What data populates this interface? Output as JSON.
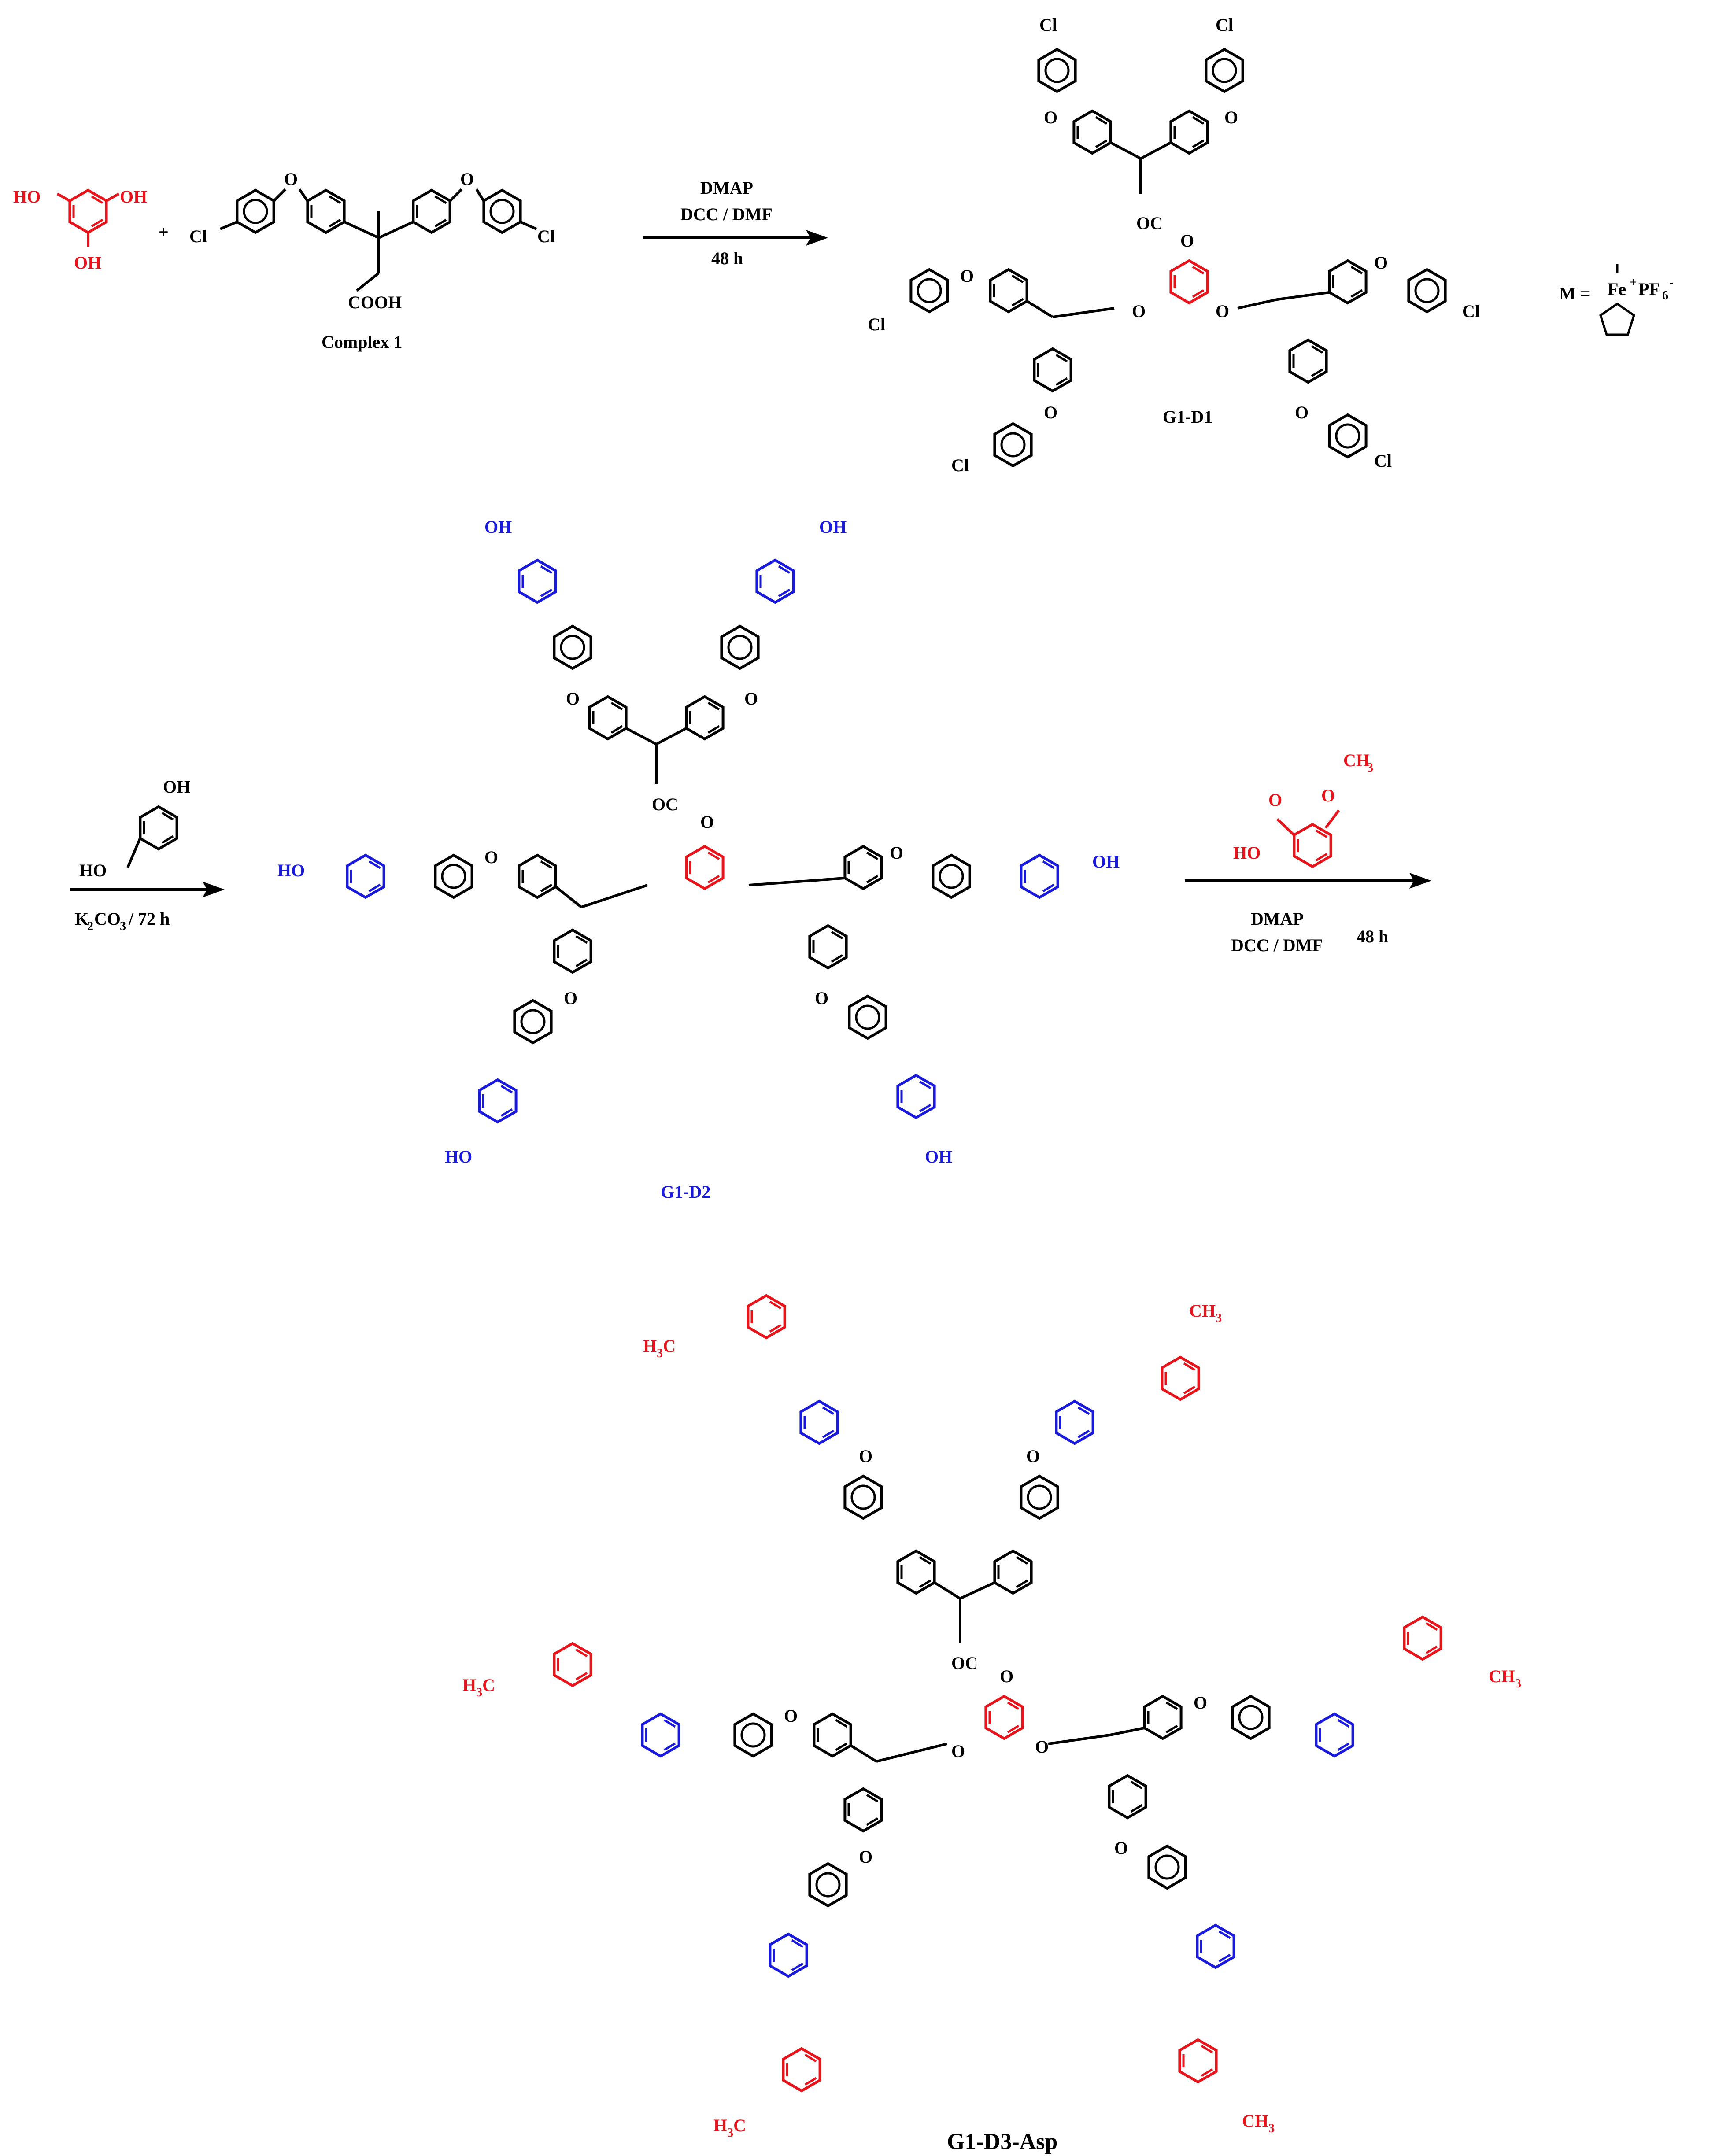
{
  "colors": {
    "core": "#e8141c",
    "linker": "#1a1adc",
    "backbone": "#000000"
  },
  "step1": {
    "reactant_oh": "HO",
    "plus": "+",
    "reagent1_label": "Complex 1",
    "cooh": "COOH",
    "cl": "Cl",
    "o": "O",
    "m": "M",
    "condition_line1": "DMAP",
    "condition_line2": "DCC / DMF",
    "time": "48 h",
    "product_label": "G1-D1",
    "ester": "O",
    "oc": "OC",
    "ester_o_a": "O",
    "m_definition_prefix": "M =",
    "m_definition_fe": "Fe",
    "m_definition_fe_charge": "+",
    "m_definition_pf6": "PF",
    "m_definition_pf6_sub": "6",
    "m_definition_pf6_charge": "-"
  },
  "step2": {
    "reagent_oh": "OH",
    "reagent_ho": "HO",
    "condition": "K",
    "condition_sub": "2",
    "condition_rest": "CO",
    "condition_sub2": "3",
    "condition_tail": "/ 72 h",
    "product_label": "G1-D2",
    "oh": "OH",
    "ho": "HO"
  },
  "step3": {
    "aspirin_ch3": "CH",
    "aspirin_ch3_sub": "3",
    "aspirin_ho": "HO",
    "aspirin_o": "O",
    "condition_line1": "DMAP",
    "condition_line2": "DCC / DMF",
    "time": "48 h",
    "product_label": "G1-D3-Asp",
    "h3c": "H",
    "h3c_sub": "3",
    "h3c_c": "C"
  }
}
